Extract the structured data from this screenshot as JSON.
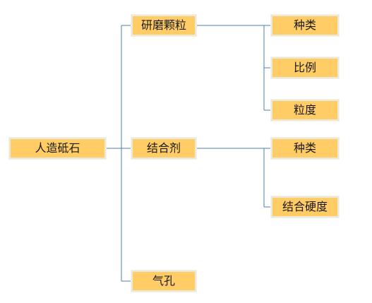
{
  "root": {
    "label": "人造砥石"
  },
  "branches": [
    {
      "label": "研磨颗粒",
      "children": [
        "种类",
        "比例",
        "粒度"
      ]
    },
    {
      "label": "结合剂",
      "children": [
        "种类",
        "结合硬度"
      ]
    },
    {
      "label": "气孔",
      "children": []
    }
  ],
  "colors": {
    "node_fill": "#ffcc66",
    "node_border": "#ece9d8",
    "connector": "#4a7fb5",
    "text": "#1a1a1a"
  }
}
